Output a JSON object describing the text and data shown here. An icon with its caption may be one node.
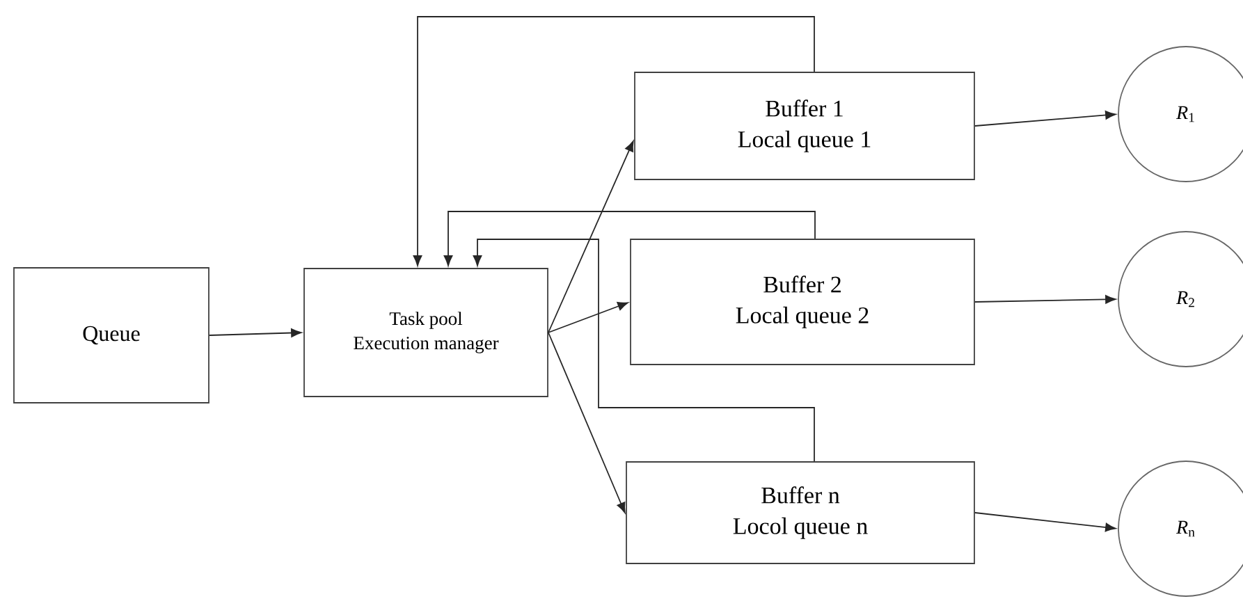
{
  "diagram": {
    "nodes": [
      {
        "text": [
          "Queue"
        ]
      },
      {
        "text": [
          "Task pool",
          "Execution manager"
        ]
      },
      {
        "text": [
          "Buffer 1",
          "Local queue 1"
        ]
      },
      {
        "text": [
          "Buffer 2",
          "Local queue 2"
        ]
      },
      {
        "text": [
          "Buffer n",
          "Locol queue n"
        ]
      },
      {
        "text": [
          "*R*$_{1}$"
        ]
      },
      {
        "text": [
          "*R*$_{2}$"
        ]
      },
      {
        "text": [
          "*R*$_{n}$"
        ]
      }
    ],
    "edges": [
      {
        "from": 0,
        "to": 1,
        "arrow": "to"
      },
      {
        "from": 1,
        "to": 2,
        "arrow": "to"
      },
      {
        "from": 1,
        "to": 3,
        "arrow": "to"
      },
      {
        "from": 1,
        "to": 4,
        "arrow": "to"
      },
      {
        "from": 2,
        "to": 1,
        "arrow": "to"
      },
      {
        "from": 3,
        "to": 1,
        "arrow": "to"
      },
      {
        "from": 4,
        "to": 1,
        "arrow": "to"
      },
      {
        "from": 2,
        "to": 5,
        "arrow": "to"
      },
      {
        "from": 3,
        "to": 6,
        "arrow": "to"
      },
      {
        "from": 4,
        "to": 7,
        "arrow": "to"
      }
    ]
  }
}
